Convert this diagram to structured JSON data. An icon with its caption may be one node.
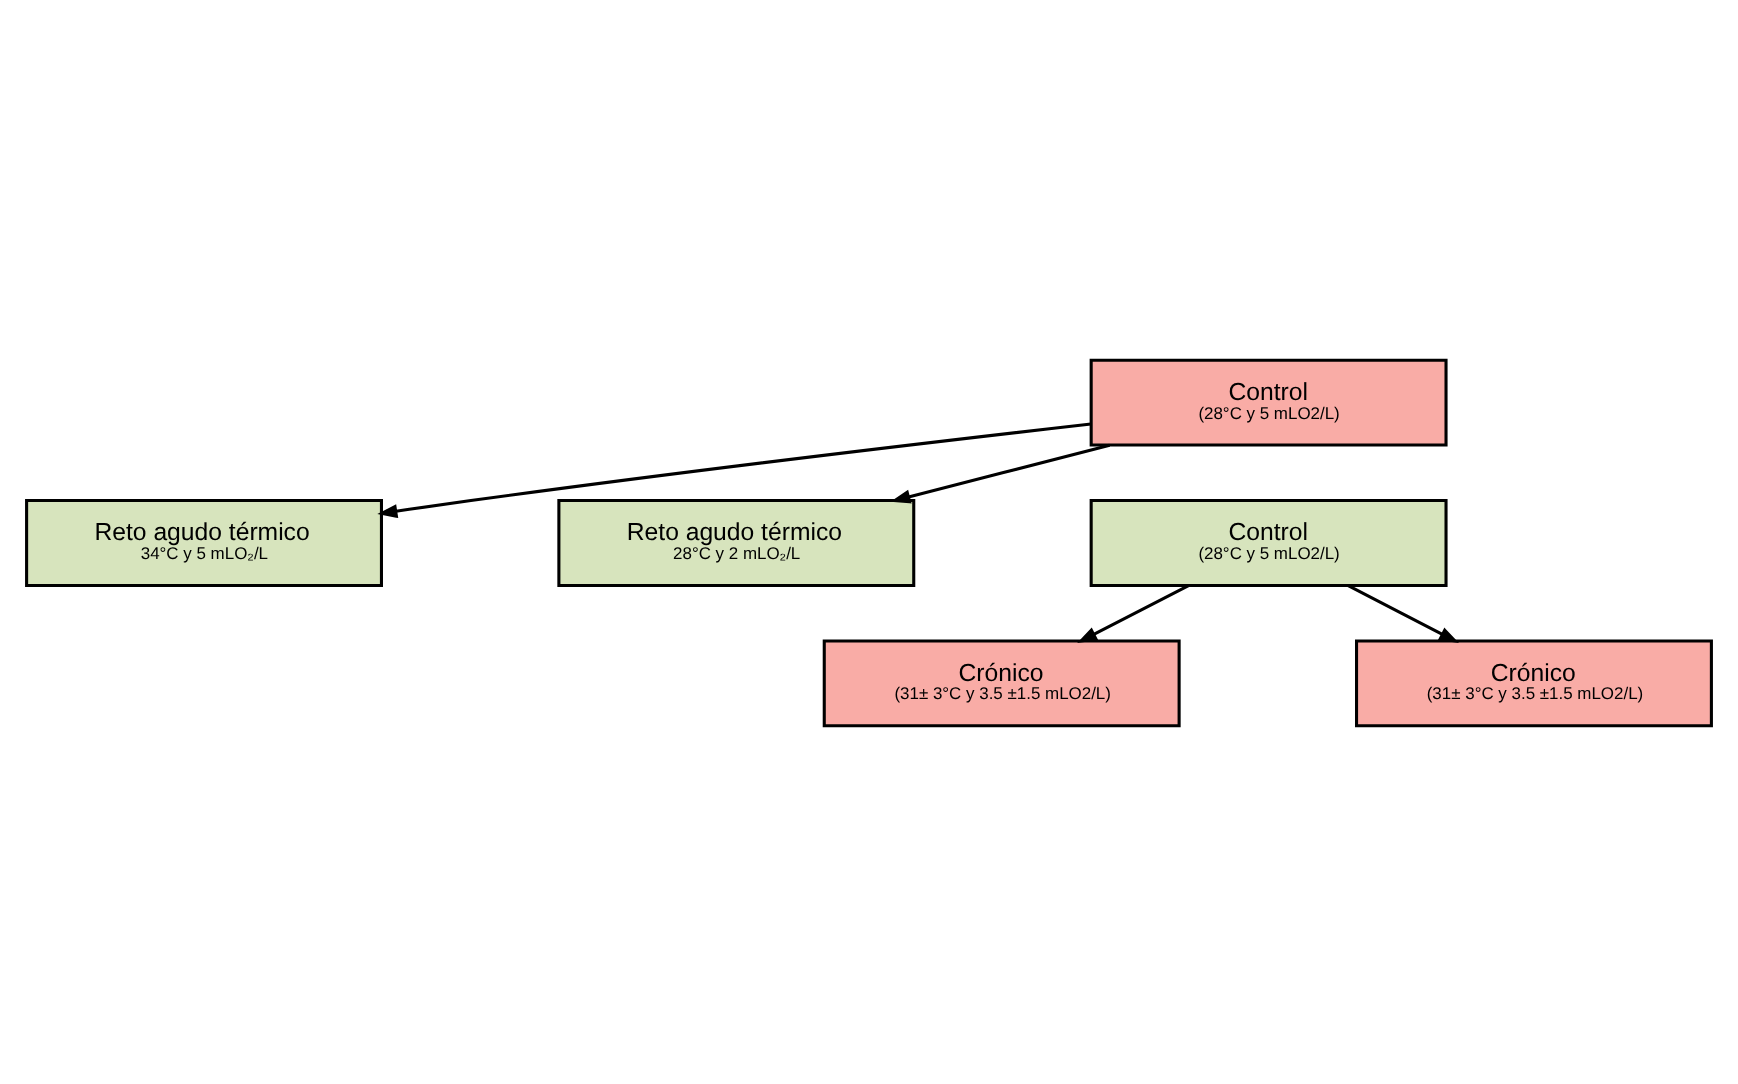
{
  "diagram": {
    "nodes": [
      {
        "text": [
          "Reto agudo térmico",
          "34°C y 5 mLO₂/L"
        ]
      },
      {
        "text": [
          "Reto agudo térmico",
          "28°C y 2 mLO₂/L"
        ]
      },
      {
        "text": [
          "Control",
          "(28°C y 5 mLO2/L)"
        ]
      },
      {
        "text": [
          "Control",
          "(28°C y 5 mLO2/L)"
        ]
      },
      {
        "text": [
          "Crónico",
          "(31± 3°C y 3.5 ±1.5 mLO2/L)"
        ]
      },
      {
        "text": [
          "Crónico",
          "(31± 3°C y 3.5 ±1.5 mLO2/L)"
        ]
      }
    ],
    "edges": [
      {
        "from": 2,
        "to": 0,
        "arrow": "to"
      },
      {
        "from": 2,
        "to": 1,
        "arrow": "to"
      },
      {
        "from": 3,
        "to": 4,
        "arrow": "to"
      },
      {
        "from": 3,
        "to": 5,
        "arrow": "to"
      }
    ]
  }
}
